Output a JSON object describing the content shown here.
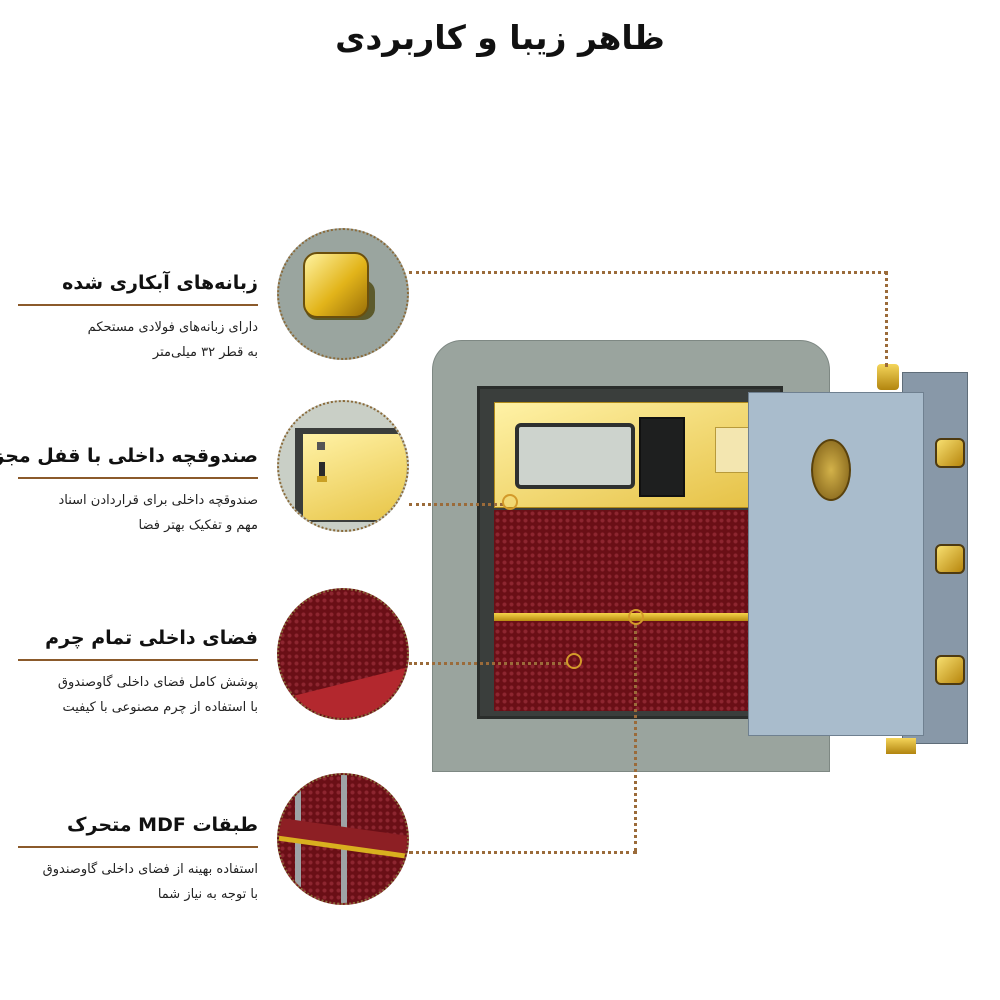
{
  "title": "ظاهر زیبا و کاربردی",
  "features": [
    {
      "title": "زبانه‌های آبکاری شده",
      "description_line1": "دارای زبانه‌های فولادی مستحکم",
      "description_line2": "به قطر ۳۲ میلی‌متر"
    },
    {
      "title": "صندوقچه داخلی با قفل مجزا",
      "description_line1": "صندوقچه داخلی برای قراردادن اسناد",
      "description_line2": "مهم و تفکیک بهتر فضا"
    },
    {
      "title": "فضای داخلی تمام چرم",
      "description_line1": "پوشش کامل فضای داخلی گاوصندوق",
      "description_line2": "با استفاده از چرم مصنوعی با کیفیت"
    },
    {
      "title": "طبقات MDF متحرک",
      "description_line1": "استفاده بهینه از فضای داخلی گاوصندوق",
      "description_line2": "با توجه به نیاز شما"
    }
  ],
  "colors": {
    "safe_body": "#9aa49e",
    "safe_door": "#a9bccc",
    "leather": "#6a0f16",
    "gold": "#d9b01f",
    "guide_line": "#9b6b3a"
  },
  "icons": [
    "locking-bolt-icon",
    "inner-drawer-icon",
    "leather-lining-icon",
    "mdf-shelf-icon"
  ]
}
